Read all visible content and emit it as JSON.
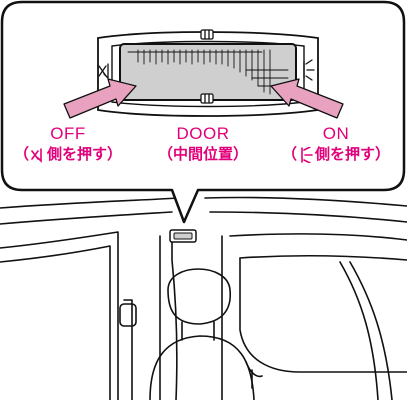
{
  "labels": {
    "off": {
      "mode": "OFF",
      "paren_open": "（",
      "desc": "側を押す）",
      "icon": "dome-light-off-icon"
    },
    "door": {
      "mode": "DOOR",
      "desc": "（中間位置）",
      "icon": "door-icon"
    },
    "on": {
      "mode": "ON",
      "paren_open": "（",
      "desc": "側を押す）",
      "icon": "dome-light-on-icon"
    }
  },
  "colors": {
    "accent": "#e2007a",
    "arrow": "#e8a2bf",
    "lens": "#cfcfcf",
    "line": "#111111"
  }
}
